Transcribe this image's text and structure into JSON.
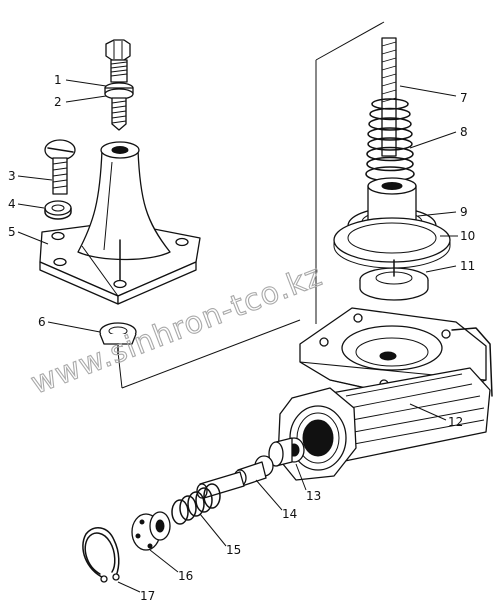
{
  "diagram": {
    "callouts": [
      {
        "num": "1"
      },
      {
        "num": "2"
      },
      {
        "num": "3"
      },
      {
        "num": "4"
      },
      {
        "num": "5"
      },
      {
        "num": "6"
      },
      {
        "num": "7"
      },
      {
        "num": "8"
      },
      {
        "num": "9"
      },
      {
        "num": "10"
      },
      {
        "num": "11"
      },
      {
        "num": "12"
      },
      {
        "num": "13"
      },
      {
        "num": "14"
      },
      {
        "num": "15"
      },
      {
        "num": "16"
      },
      {
        "num": "17"
      }
    ],
    "watermark": "www.sinhron-tco.kz"
  },
  "colors": {
    "ink": "#111111",
    "background": "#ffffff",
    "watermark": "#a9a9a9"
  }
}
